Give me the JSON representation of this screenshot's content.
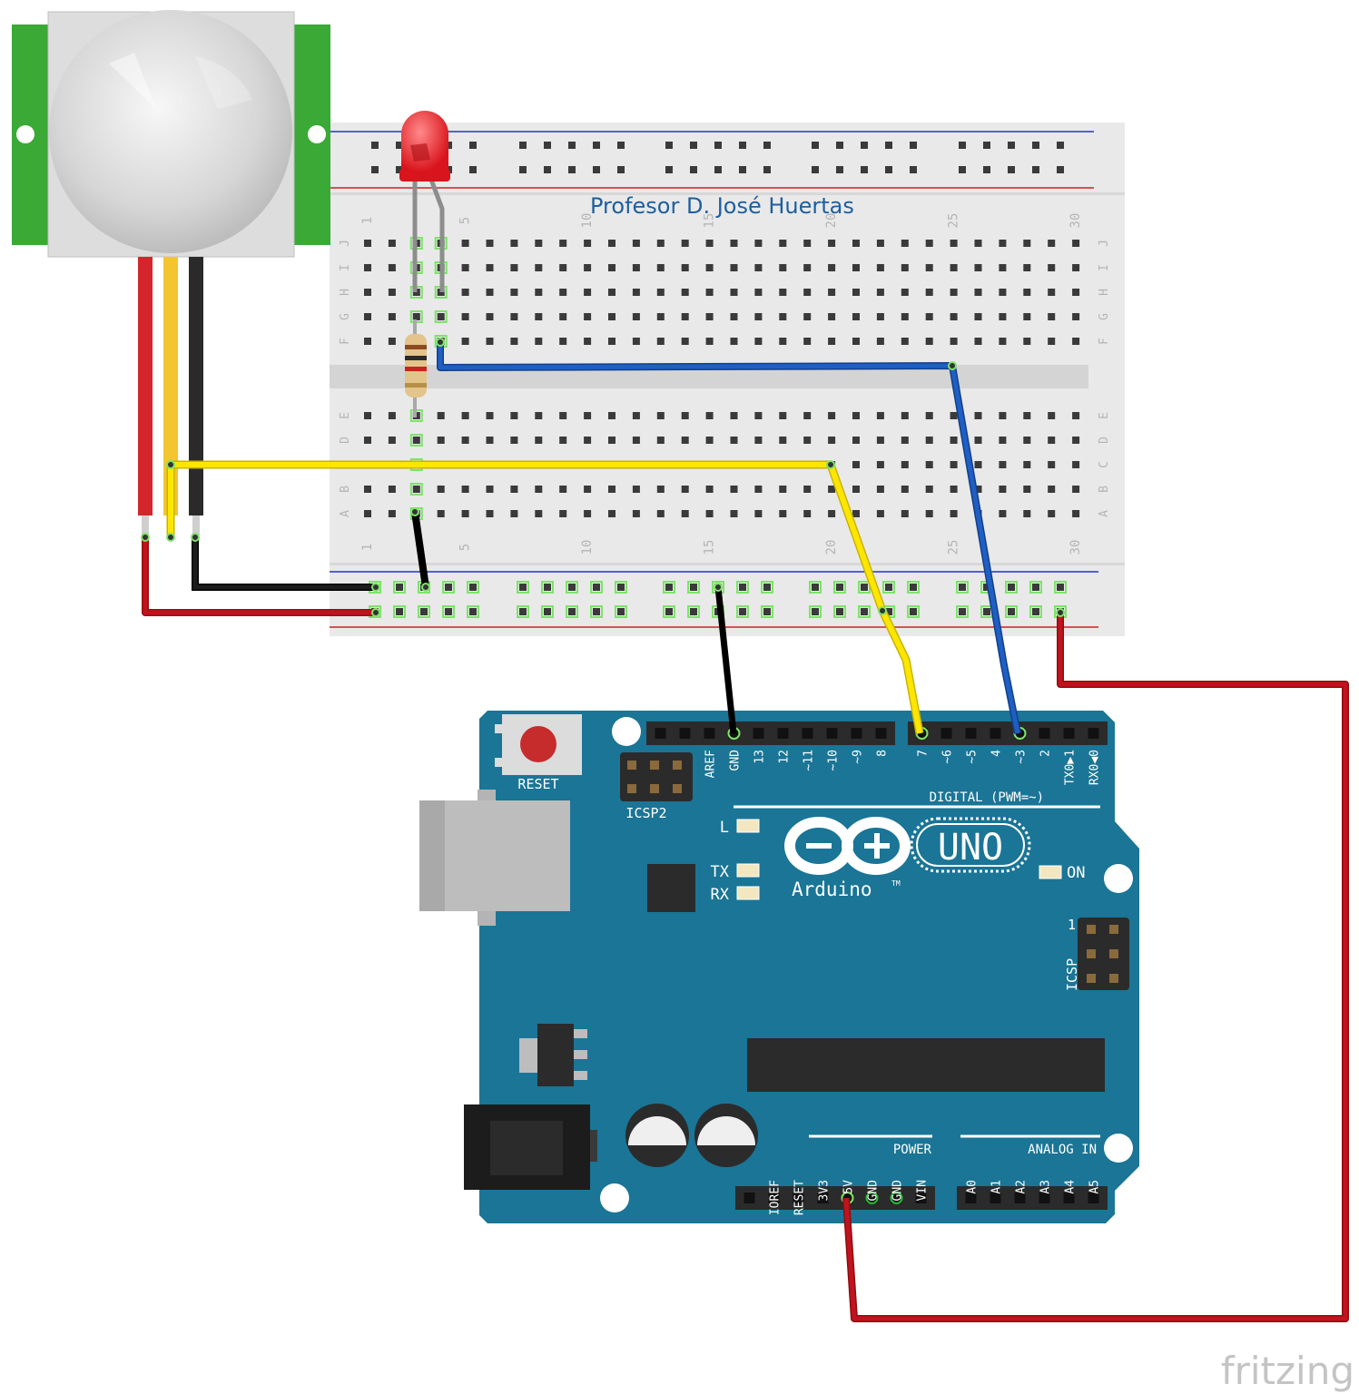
{
  "credit": "Profesor D. José Huertas",
  "watermark": "fritzing",
  "breadboard": {
    "row_letters_top": [
      "J",
      "I",
      "H",
      "G",
      "F"
    ],
    "row_letters_bottom": [
      "E",
      "D",
      "C",
      "B",
      "A"
    ],
    "column_numbers": [
      "1",
      "5",
      "10",
      "15",
      "20",
      "25",
      "30"
    ]
  },
  "arduino": {
    "brand": "Arduino",
    "trademark": "TM",
    "model": "UNO",
    "reset_label": "RESET",
    "icsp2_label": "ICSP2",
    "icsp_label": "ICSP",
    "icsp_pin1": "1",
    "led_labels": {
      "l": "L",
      "tx": "TX",
      "rx": "RX",
      "on": "ON"
    },
    "digital_label": "DIGITAL (PWM=~)",
    "power_label": "POWER",
    "analog_label": "ANALOG IN",
    "digital_pins_left": [
      "AREF",
      "GND",
      "13",
      "12",
      "~11",
      "~10",
      "~9",
      "8"
    ],
    "digital_pins_right": [
      "7",
      "~6",
      "~5",
      "4",
      "~3",
      "2",
      "TX0▶1",
      "RX0◀0"
    ],
    "power_pins": [
      "IOREF",
      "RESET",
      "3V3",
      "5V",
      "GND",
      "GND",
      "VIN"
    ],
    "analog_pins": [
      "A0",
      "A1",
      "A2",
      "A3",
      "A4",
      "A5"
    ]
  },
  "colors": {
    "board": "#1a7596",
    "wire_red": "#c1121f",
    "wire_yellow": "#ffe600",
    "wire_black": "#1c1c1c",
    "wire_blue": "#1f5fc4",
    "pir_green": "#3aa935",
    "led_red": "#e8232a",
    "breadboard": "#e9e9e9"
  }
}
